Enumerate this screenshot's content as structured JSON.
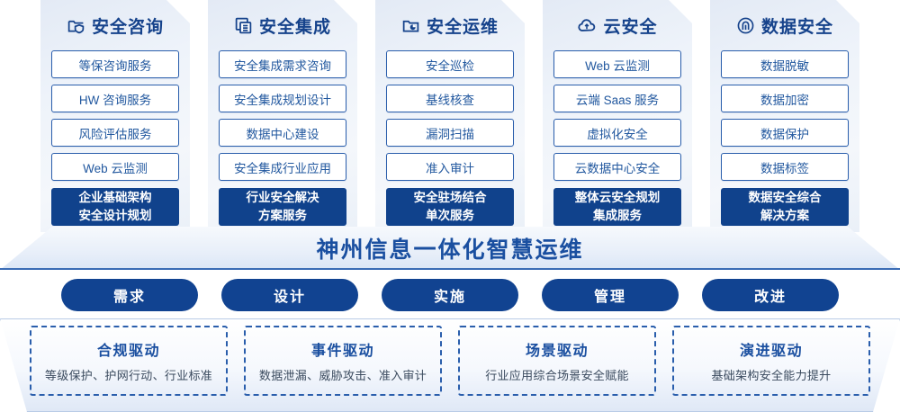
{
  "columns": [
    {
      "icon": "folder-shield-icon",
      "title": "安全咨询",
      "services": [
        "等保咨询服务",
        "HW 咨询服务",
        "风险评估服务",
        "Web 云监测"
      ],
      "summary_line1": "企业基础架构",
      "summary_line2": "安全设计规划"
    },
    {
      "icon": "documents-stack-icon",
      "title": "安全集成",
      "services": [
        "安全集成需求咨询",
        "安全集成规划设计",
        "数据中心建设",
        "安全集成行业应用"
      ],
      "summary_line1": "行业安全解决",
      "summary_line2": "方案服务"
    },
    {
      "icon": "folder-pie-chart-icon",
      "title": "安全运维",
      "services": [
        "安全巡检",
        "基线核查",
        "漏洞扫描",
        "准入审计"
      ],
      "summary_line1": "安全驻场结合",
      "summary_line2": "单次服务"
    },
    {
      "icon": "cloud-icon",
      "title": "云安全",
      "services": [
        "Web 云监测",
        "云端 Saas 服务",
        "虚拟化安全",
        "云数据中心安全"
      ],
      "summary_line1": "整体云安全规划",
      "summary_line2": "集成服务"
    },
    {
      "icon": "fingerprint-icon",
      "title": "数据安全",
      "services": [
        "数据脱敏",
        "数据加密",
        "数据保护",
        "数据标签"
      ],
      "summary_line1": "数据安全综合",
      "summary_line2": "解决方案"
    }
  ],
  "banner": {
    "title": "神州信息一体化智慧运维"
  },
  "pills": [
    {
      "label": "需求"
    },
    {
      "label": "设计"
    },
    {
      "label": "实施"
    },
    {
      "label": "管理"
    },
    {
      "label": "改进"
    }
  ],
  "drivers": [
    {
      "title": "合规驱动",
      "desc": "等级保护、护网行动、行业标准"
    },
    {
      "title": "事件驱动",
      "desc": "数据泄漏、威胁攻击、准入审计"
    },
    {
      "title": "场景驱动",
      "desc": "行业应用综合场景安全赋能"
    },
    {
      "title": "演进驱动",
      "desc": "基础架构安全能力提升"
    }
  ],
  "colors": {
    "brand_blue": "#10428c",
    "accent_blue": "#1a4fa0",
    "card_border": "#2a5eac",
    "card_bg": "#eef3fa"
  }
}
